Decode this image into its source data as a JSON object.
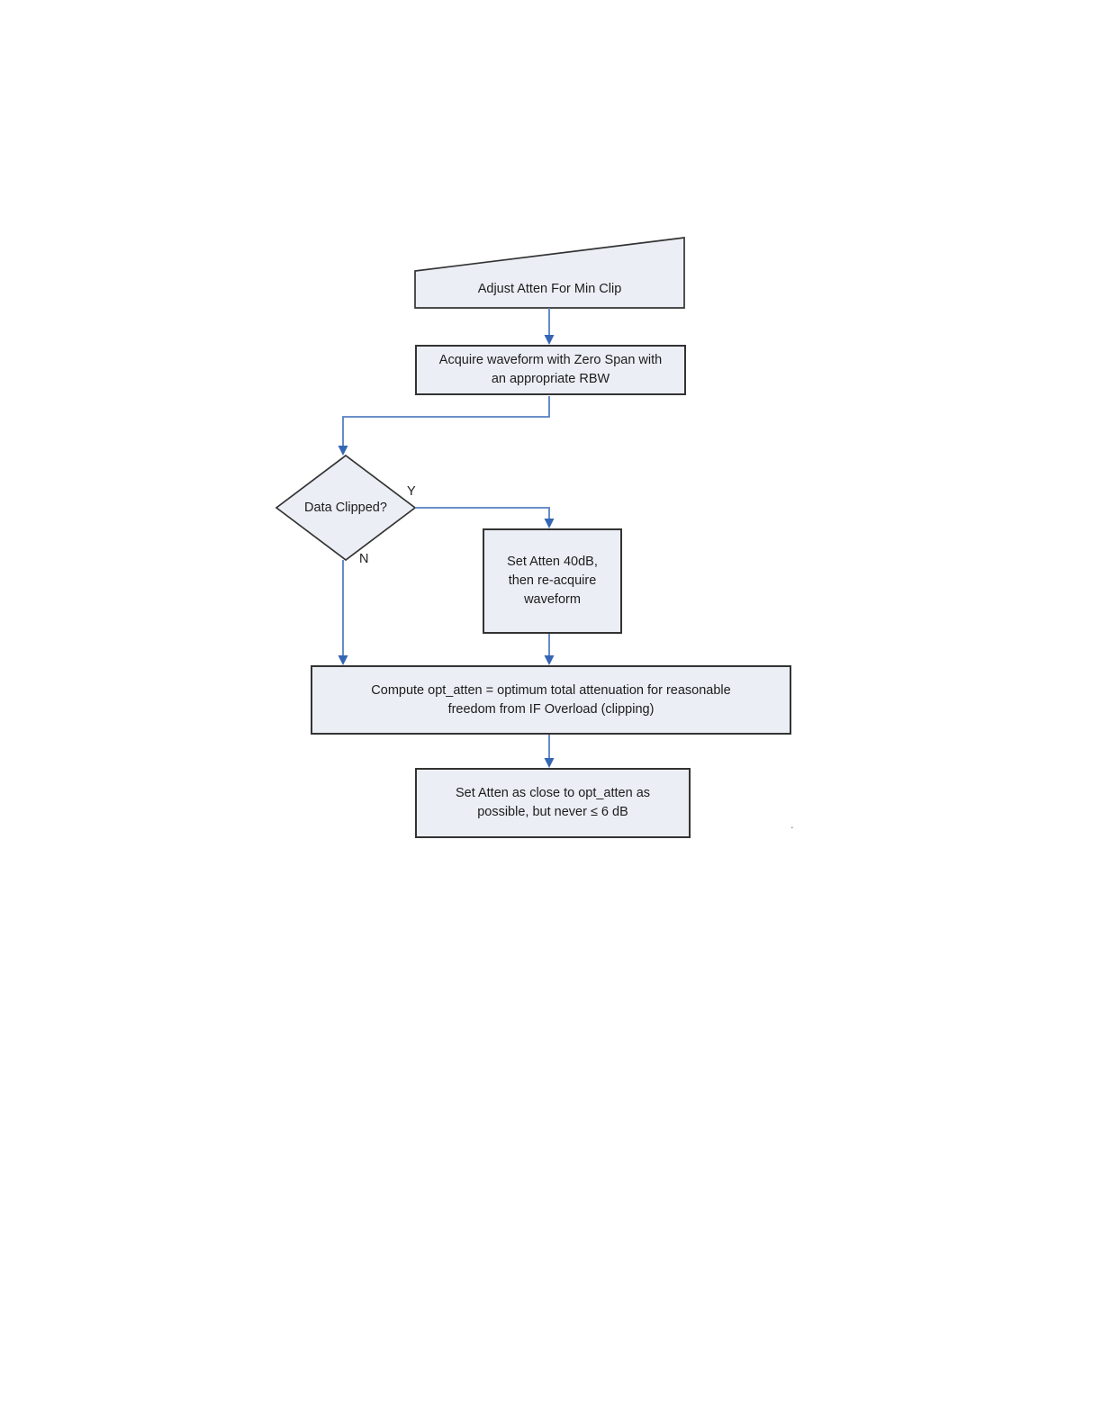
{
  "diagram": {
    "type": "flowchart",
    "background": "#ffffff",
    "colors": {
      "node_fill": "#ebeef5",
      "node_border": "#333333",
      "connector": "#567fc1",
      "arrowhead": "#3566b3",
      "text": "#1c1c1c"
    },
    "nodes": {
      "start": {
        "shape": "slanted-banner",
        "lines": [
          "Adjust Atten For Min Clip"
        ]
      },
      "acquire": {
        "shape": "rectangle",
        "lines": [
          "Acquire waveform with Zero Span with",
          "an appropriate RBW"
        ]
      },
      "decision": {
        "shape": "diamond",
        "lines": [
          "Data Clipped?"
        ]
      },
      "set_atten_40": {
        "shape": "rectangle",
        "lines": [
          "Set Atten 40dB,",
          "then re-acquire",
          "waveform"
        ]
      },
      "compute_opt_atten": {
        "shape": "rectangle",
        "lines": [
          "Compute opt_atten = optimum total attenuation for reasonable",
          "freedom from IF Overload (clipping)"
        ]
      },
      "set_atten_final": {
        "shape": "rectangle",
        "lines": [
          "Set Atten as close to opt_atten as",
          "possible, but never ≤ 6 dB"
        ]
      }
    },
    "branch_labels": {
      "yes": "Y",
      "no": "N"
    },
    "stray_mark": "."
  }
}
